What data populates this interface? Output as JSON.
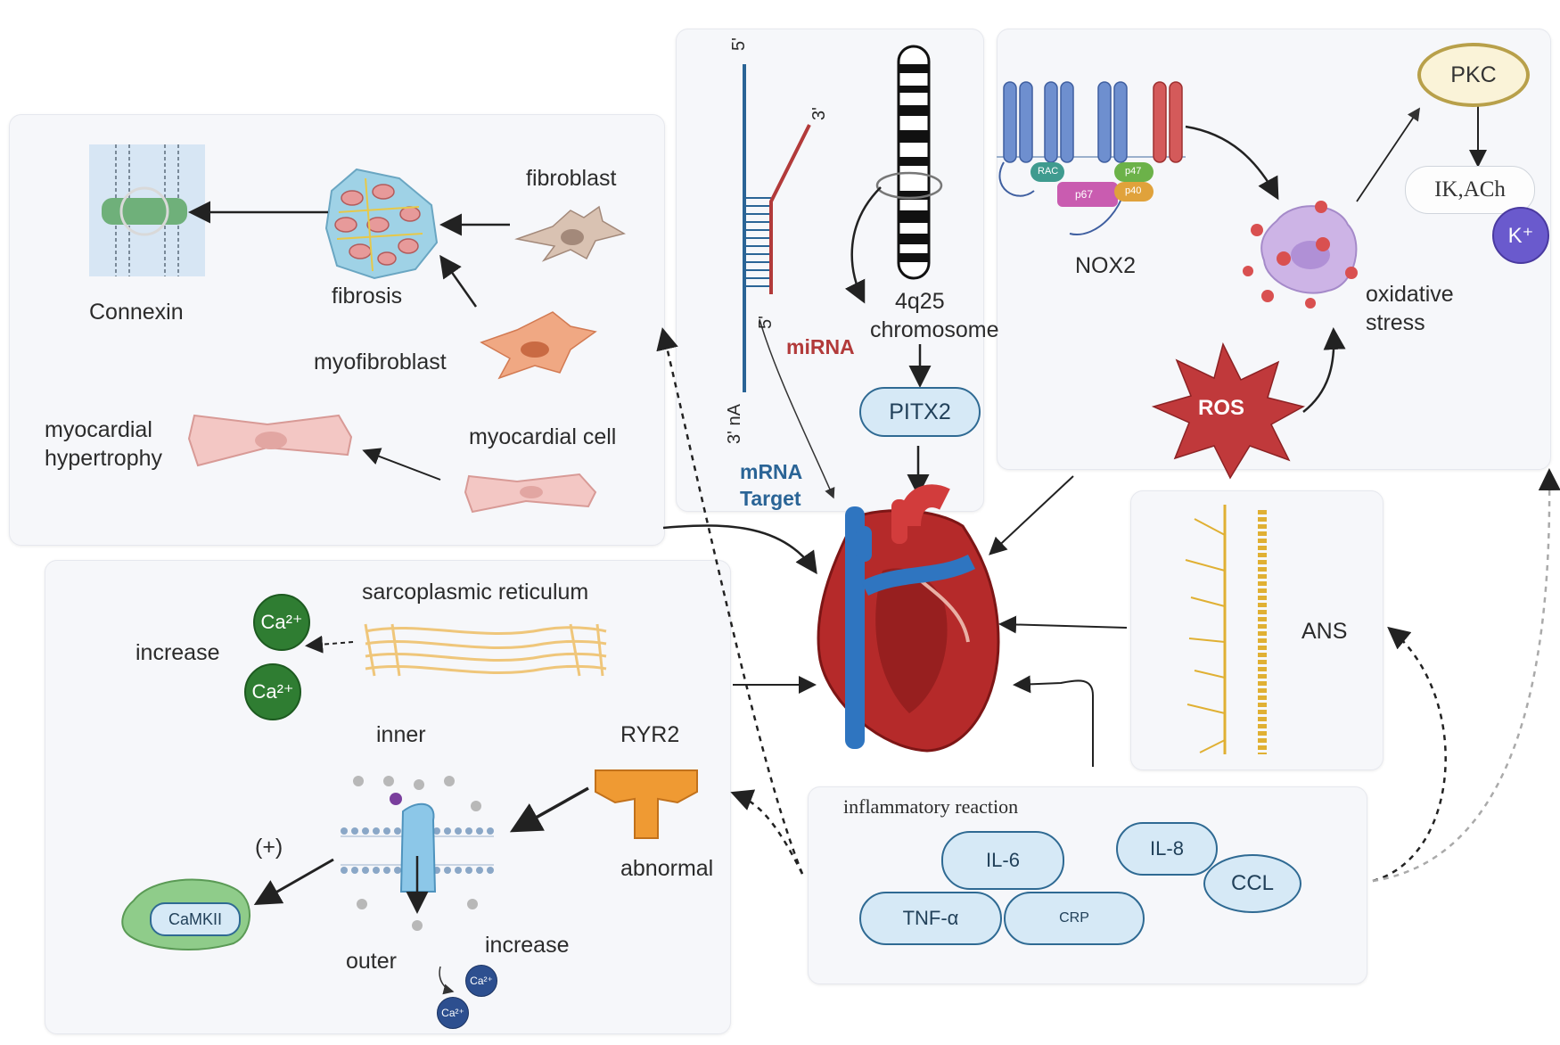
{
  "connexin": {
    "label": "Connexin"
  },
  "fibrosis": {
    "label": "fibrosis"
  },
  "fibroblast": {
    "label": "fibroblast"
  },
  "myofibroblast": {
    "label": "myofibroblast"
  },
  "myocardial": {
    "hypertrophy_line1": "myocardial",
    "hypertrophy_line2": "hypertrophy",
    "cell": "myocardial cell"
  },
  "mirna": {
    "five_prime_top": "5'",
    "three_prime_right": "3'",
    "five_prime_bottom": "5'",
    "three_prime_na": "3' nA",
    "mirna_label": "miRNA",
    "mrna_line1": "mRNA",
    "mrna_line2": "Target"
  },
  "chromosome": {
    "line1": "4q25",
    "line2": "chromosome",
    "gene": "PITX2"
  },
  "nox2": {
    "label": "NOX2",
    "rac": "RAC",
    "p67": "p67",
    "p47": "p47",
    "p40": "p40"
  },
  "oxidative": {
    "line1": "oxidative",
    "line2": "stress",
    "ros": "ROS",
    "pkc": "PKC",
    "ik_ach": "IK,ACh",
    "k_ion": "K⁺"
  },
  "sr": {
    "title": "sarcoplasmic reticulum",
    "increase": "increase",
    "ca1": "Ca²⁺",
    "ca2": "Ca²⁺"
  },
  "channel": {
    "inner": "inner",
    "outer": "outer",
    "ryr2": "RYR2",
    "abnormal": "abnormal",
    "plus": "(+)",
    "camkii": "CaMKII",
    "increase": "increase",
    "ca_small1": "Ca²⁺",
    "ca_small2": "Ca²⁺"
  },
  "ans": {
    "label": "ANS"
  },
  "inflammation": {
    "title": "inflammatory reaction",
    "il6": "IL-6",
    "il8": "IL-8",
    "ccl": "CCL",
    "tnfa": "TNF-α",
    "crp": "CRP"
  },
  "colors": {
    "mirna_red": "#b23a3a",
    "mrna_blue": "#2a6496",
    "ros_red": "#c0393b",
    "ca_green": "#2f7d32",
    "ca_blue": "#2d4f8f",
    "k_purple": "#6a5acd",
    "pkc_gold": "#b8a04a"
  }
}
